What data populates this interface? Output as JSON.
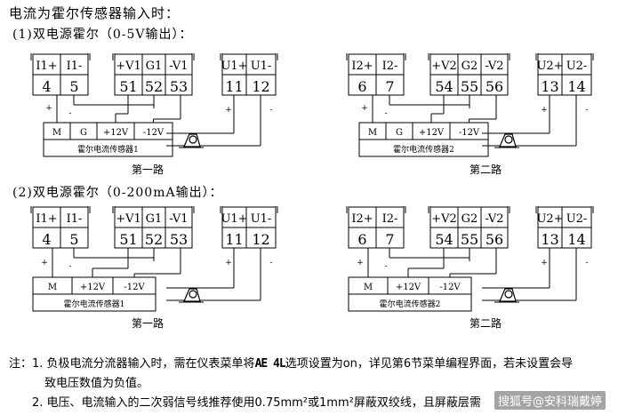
{
  "title": "电流为霍尔传感器输入时：",
  "sections": [
    {
      "label": "(1)双电源霍尔（0-5V输出）：",
      "captions": [
        "第一路",
        "第二路"
      ]
    },
    {
      "label": "(2)双电源霍尔（0-200mA输出）：",
      "captions": [
        "第一路",
        "第二路"
      ]
    }
  ],
  "diagrams": [
    {
      "terms": [
        "I1+",
        "I1-",
        "+V1",
        "G1",
        "-V1",
        "U1+",
        "U1-"
      ],
      "nums": [
        "4",
        "5",
        "51",
        "52",
        "53",
        "11",
        "12"
      ],
      "sensor": [
        "M",
        "G",
        "+12V",
        "-12V"
      ],
      "sensor_name": "霍尔电流传感器1"
    },
    {
      "terms": [
        "I2+",
        "I2-",
        "+V2",
        "G2",
        "-V2",
        "U2+",
        "U2-"
      ],
      "nums": [
        "6",
        "7",
        "54",
        "55",
        "56",
        "13",
        "14"
      ],
      "sensor": [
        "M",
        "G",
        "+12V",
        "-12V"
      ],
      "sensor_name": "霍尔电流传感器2"
    },
    {
      "terms": [
        "I1+",
        "I1-",
        "+V1",
        "G1",
        "-V1",
        "U1+",
        "U1-"
      ],
      "nums": [
        "4",
        "5",
        "51",
        "52",
        "53",
        "11",
        "12"
      ],
      "sensor": [
        "M",
        "+12V",
        "-12V"
      ],
      "sensor_name": "霍尔电流传感器1"
    },
    {
      "terms": [
        "I2+",
        "I2-",
        "+V2",
        "G2",
        "-V2",
        "U2+",
        "U2-"
      ],
      "nums": [
        "6",
        "7",
        "54",
        "55",
        "56",
        "13",
        "14"
      ],
      "sensor": [
        "M",
        "+12V",
        "-12V"
      ],
      "sensor_name": "霍尔电流传感器2"
    }
  ],
  "notes": {
    "prefix": "注：",
    "n1_a": "1. 负极电流分流器输入时，需在仪表菜单将",
    "n1_code": "AE 4L",
    "n1_b": "选项设置为on，详见第6节菜单编程界面，若未设置会导",
    "n1_c": "致电压数值为负值。",
    "n2": "2. 电压、电流输入的二次弱信号线推荐使用0.75mm²或1mm²屏蔽双绞线，且屏蔽层需"
  },
  "watermark": "搜狐号@安科瑞戴婷"
}
